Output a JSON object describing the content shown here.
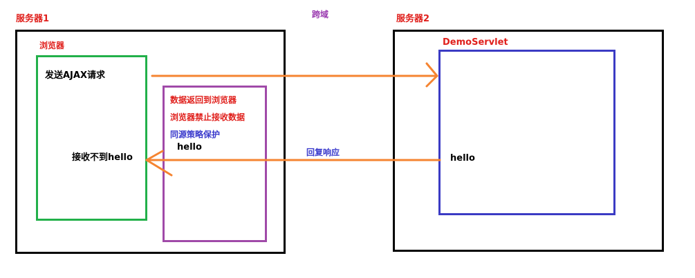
{
  "labels": {
    "server1": "服务器1",
    "server2": "服务器2",
    "cross_domain": "跨域",
    "browser": "浏览器",
    "send_ajax": "发送AJAX请求",
    "receive_fail": "接收不到hello",
    "data_return": "数据返回到浏览器",
    "browser_block": "浏览器禁止接收数据",
    "same_origin": "同源策略保护",
    "hello_blocked": "hello",
    "reply": "回复响应",
    "servlet": "DemoServlet",
    "hello_servlet": "hello"
  },
  "colors": {
    "red_label": "#e0201c",
    "purple_label": "#9b3bb0",
    "blue_label": "#3a3acc",
    "server_border": "#000000",
    "browser_border": "#22b04a",
    "block_border": "#a04aa8",
    "servlet_border": "#3b3bc4",
    "arrow": "#f58431"
  }
}
